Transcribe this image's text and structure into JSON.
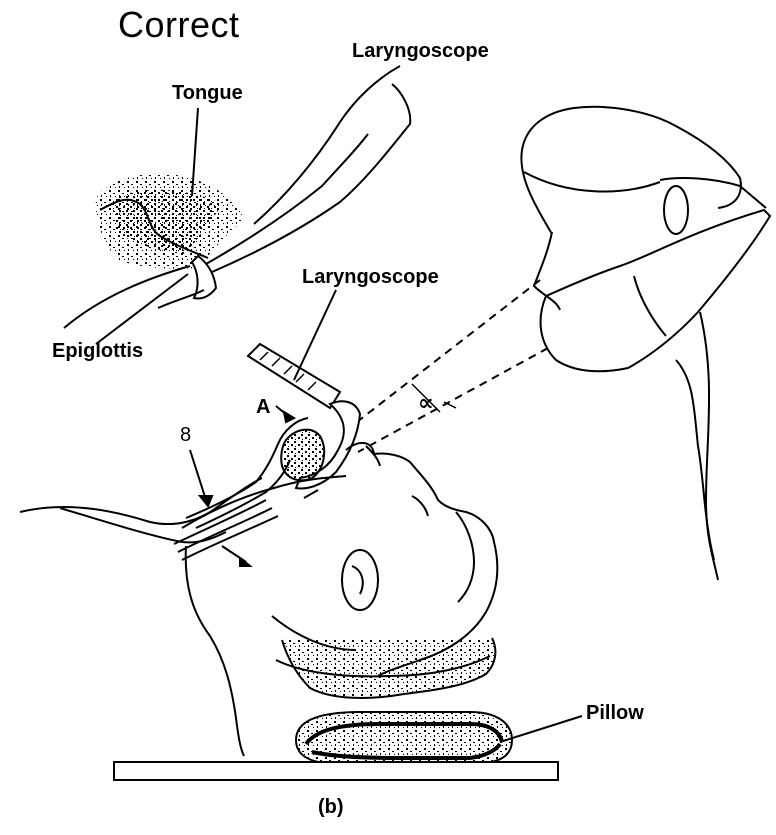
{
  "title": "Correct",
  "labels": {
    "tongue": "Tongue",
    "laryngoscope_top": "Laryngoscope",
    "laryngoscope_mid": "Laryngoscope",
    "epiglottis": "Epiglottis",
    "point_a": "A",
    "point_b": "8",
    "pillow": "Pillow",
    "caption": "(b)"
  },
  "angle_symbol": "∝"
}
